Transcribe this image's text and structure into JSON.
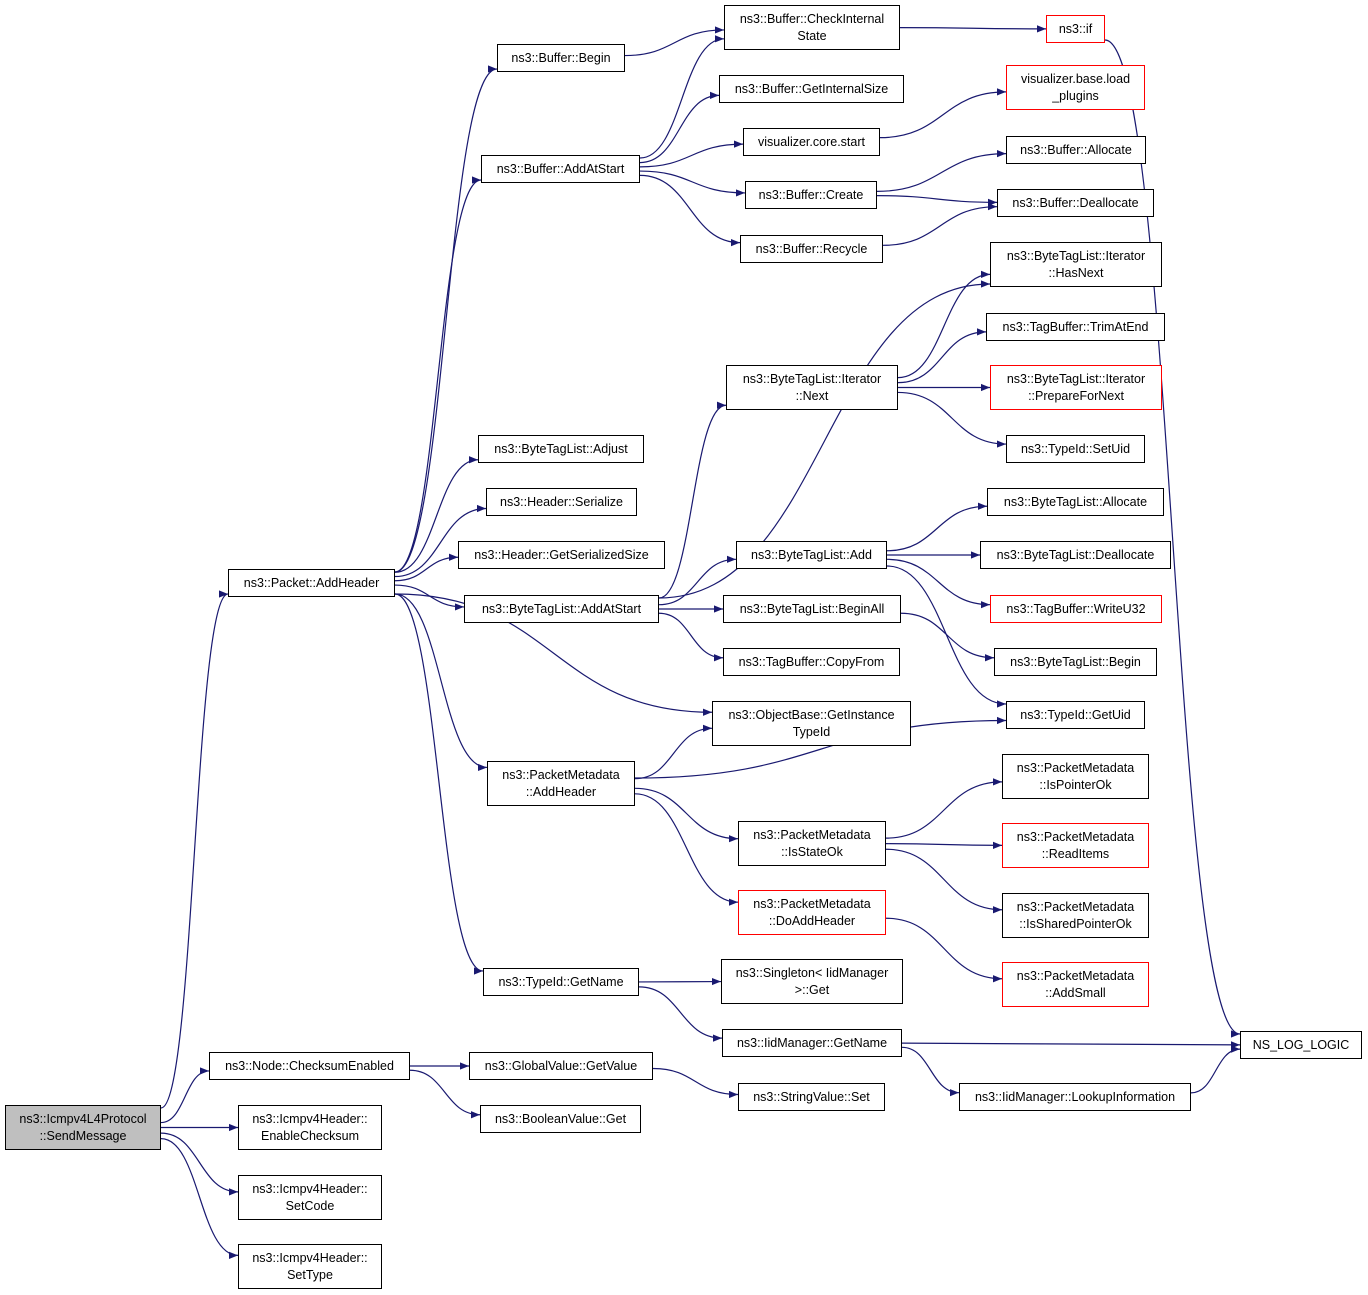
{
  "colors": {
    "edge": "#191970",
    "node_border": "#000000",
    "truncated_border": "#ff0000",
    "root_fill": "#bfbfbf"
  },
  "nodes": {
    "root": {
      "lines": [
        "ns3::Icmpv4L4Protocol",
        "::SendMessage"
      ],
      "truncated": false,
      "is_root": true
    },
    "packet_addheader": {
      "lines": [
        "ns3::Packet::AddHeader"
      ],
      "truncated": false
    },
    "node_checksum": {
      "lines": [
        "ns3::Node::ChecksumEnabled"
      ],
      "truncated": false
    },
    "icmp_enablechecksum": {
      "lines": [
        "ns3::Icmpv4Header::",
        "EnableChecksum"
      ],
      "truncated": false
    },
    "icmp_setcode": {
      "lines": [
        "ns3::Icmpv4Header::",
        "SetCode"
      ],
      "truncated": false
    },
    "icmp_settype": {
      "lines": [
        "ns3::Icmpv4Header::",
        "SetType"
      ],
      "truncated": false
    },
    "buffer_begin": {
      "lines": [
        "ns3::Buffer::Begin"
      ],
      "truncated": false
    },
    "buffer_addatstart": {
      "lines": [
        "ns3::Buffer::AddAtStart"
      ],
      "truncated": false
    },
    "bytetag_adjust": {
      "lines": [
        "ns3::ByteTagList::Adjust"
      ],
      "truncated": false
    },
    "header_serialize": {
      "lines": [
        "ns3::Header::Serialize"
      ],
      "truncated": false
    },
    "header_getsize": {
      "lines": [
        "ns3::Header::GetSerializedSize"
      ],
      "truncated": false
    },
    "bytetag_addatstart": {
      "lines": [
        "ns3::ByteTagList::AddAtStart"
      ],
      "truncated": false
    },
    "pm_addheader": {
      "lines": [
        "ns3::PacketMetadata",
        "::AddHeader"
      ],
      "truncated": false
    },
    "typeid_getname": {
      "lines": [
        "ns3::TypeId::GetName"
      ],
      "truncated": false
    },
    "globalvalue_getvalue": {
      "lines": [
        "ns3::GlobalValue::GetValue"
      ],
      "truncated": false
    },
    "booleanvalue_get": {
      "lines": [
        "ns3::BooleanValue::Get"
      ],
      "truncated": false
    },
    "buffer_checkinternal": {
      "lines": [
        "ns3::Buffer::CheckInternal",
        "State"
      ],
      "truncated": false
    },
    "buffer_getinternalsize": {
      "lines": [
        "ns3::Buffer::GetInternalSize"
      ],
      "truncated": false
    },
    "viz_core_start": {
      "lines": [
        "visualizer.core.start"
      ],
      "truncated": false
    },
    "buffer_create": {
      "lines": [
        "ns3::Buffer::Create"
      ],
      "truncated": false
    },
    "buffer_recycle": {
      "lines": [
        "ns3::Buffer::Recycle"
      ],
      "truncated": false
    },
    "bytetag_iter_next": {
      "lines": [
        "ns3::ByteTagList::Iterator",
        "::Next"
      ],
      "truncated": false
    },
    "bytetag_add": {
      "lines": [
        "ns3::ByteTagList::Add"
      ],
      "truncated": false
    },
    "bytetag_beginall": {
      "lines": [
        "ns3::ByteTagList::BeginAll"
      ],
      "truncated": false
    },
    "tagbuffer_copyfrom": {
      "lines": [
        "ns3::TagBuffer::CopyFrom"
      ],
      "truncated": false
    },
    "objectbase_gettypeid": {
      "lines": [
        "ns3::ObjectBase::GetInstance",
        "TypeId"
      ],
      "truncated": false
    },
    "pm_isstateok": {
      "lines": [
        "ns3::PacketMetadata",
        "::IsStateOk"
      ],
      "truncated": false
    },
    "pm_doaddheader": {
      "lines": [
        "ns3::PacketMetadata",
        "::DoAddHeader"
      ],
      "truncated": true
    },
    "singleton_get": {
      "lines": [
        "ns3::Singleton< IidManager",
        ">::Get"
      ],
      "truncated": false
    },
    "iid_getname": {
      "lines": [
        "ns3::IidManager::GetName"
      ],
      "truncated": false
    },
    "stringvalue_set": {
      "lines": [
        "ns3::StringValue::Set"
      ],
      "truncated": false
    },
    "ns3_if": {
      "lines": [
        "ns3::if"
      ],
      "truncated": true
    },
    "viz_load_plugins": {
      "lines": [
        "visualizer.base.load",
        "_plugins"
      ],
      "truncated": true
    },
    "buffer_allocate": {
      "lines": [
        "ns3::Buffer::Allocate"
      ],
      "truncated": false
    },
    "buffer_deallocate": {
      "lines": [
        "ns3::Buffer::Deallocate"
      ],
      "truncated": false
    },
    "bytetag_iter_hasnext": {
      "lines": [
        "ns3::ByteTagList::Iterator",
        "::HasNext"
      ],
      "truncated": false
    },
    "tagbuffer_trimatend": {
      "lines": [
        "ns3::TagBuffer::TrimAtEnd"
      ],
      "truncated": false
    },
    "bytetag_iter_prepare": {
      "lines": [
        "ns3::ByteTagList::Iterator",
        "::PrepareForNext"
      ],
      "truncated": true
    },
    "typeid_setuid": {
      "lines": [
        "ns3::TypeId::SetUid"
      ],
      "truncated": false
    },
    "bytetag_allocate": {
      "lines": [
        "ns3::ByteTagList::Allocate"
      ],
      "truncated": false
    },
    "bytetag_deallocate": {
      "lines": [
        "ns3::ByteTagList::Deallocate"
      ],
      "truncated": false
    },
    "tagbuffer_writeu32": {
      "lines": [
        "ns3::TagBuffer::WriteU32"
      ],
      "truncated": true
    },
    "bytetag_begin": {
      "lines": [
        "ns3::ByteTagList::Begin"
      ],
      "truncated": false
    },
    "typeid_getuid": {
      "lines": [
        "ns3::TypeId::GetUid"
      ],
      "truncated": false
    },
    "pm_ispointerok": {
      "lines": [
        "ns3::PacketMetadata",
        "::IsPointerOk"
      ],
      "truncated": false
    },
    "pm_readitems": {
      "lines": [
        "ns3::PacketMetadata",
        "::ReadItems"
      ],
      "truncated": true
    },
    "pm_issharedpointerok": {
      "lines": [
        "ns3::PacketMetadata",
        "::IsSharedPointerOk"
      ],
      "truncated": false
    },
    "pm_addsmall": {
      "lines": [
        "ns3::PacketMetadata",
        "::AddSmall"
      ],
      "truncated": true
    },
    "ns_log_logic": {
      "lines": [
        "NS_LOG_LOGIC"
      ],
      "truncated": false
    },
    "iid_lookupinfo": {
      "lines": [
        "ns3::IidManager::LookupInformation"
      ],
      "truncated": false
    }
  },
  "edges": [
    [
      "root",
      "packet_addheader"
    ],
    [
      "root",
      "node_checksum"
    ],
    [
      "root",
      "icmp_enablechecksum"
    ],
    [
      "root",
      "icmp_setcode"
    ],
    [
      "root",
      "icmp_settype"
    ],
    [
      "packet_addheader",
      "buffer_begin"
    ],
    [
      "packet_addheader",
      "buffer_addatstart"
    ],
    [
      "packet_addheader",
      "bytetag_adjust"
    ],
    [
      "packet_addheader",
      "header_serialize"
    ],
    [
      "packet_addheader",
      "header_getsize"
    ],
    [
      "packet_addheader",
      "bytetag_addatstart"
    ],
    [
      "packet_addheader",
      "objectbase_gettypeid"
    ],
    [
      "packet_addheader",
      "pm_addheader"
    ],
    [
      "packet_addheader",
      "typeid_getname"
    ],
    [
      "node_checksum",
      "globalvalue_getvalue"
    ],
    [
      "node_checksum",
      "booleanvalue_get"
    ],
    [
      "globalvalue_getvalue",
      "stringvalue_set"
    ],
    [
      "buffer_begin",
      "buffer_checkinternal"
    ],
    [
      "buffer_addatstart",
      "buffer_checkinternal"
    ],
    [
      "buffer_addatstart",
      "buffer_getinternalsize"
    ],
    [
      "buffer_addatstart",
      "viz_core_start"
    ],
    [
      "buffer_addatstart",
      "buffer_create"
    ],
    [
      "buffer_addatstart",
      "buffer_recycle"
    ],
    [
      "buffer_checkinternal",
      "ns3_if"
    ],
    [
      "ns3_if",
      "ns_log_logic"
    ],
    [
      "viz_core_start",
      "viz_load_plugins"
    ],
    [
      "buffer_create",
      "buffer_allocate"
    ],
    [
      "buffer_create",
      "buffer_deallocate"
    ],
    [
      "buffer_recycle",
      "buffer_deallocate"
    ],
    [
      "bytetag_addatstart",
      "bytetag_iter_hasnext"
    ],
    [
      "bytetag_addatstart",
      "bytetag_iter_next"
    ],
    [
      "bytetag_addatstart",
      "bytetag_add"
    ],
    [
      "bytetag_addatstart",
      "bytetag_beginall"
    ],
    [
      "bytetag_addatstart",
      "tagbuffer_copyfrom"
    ],
    [
      "bytetag_iter_next",
      "bytetag_iter_hasnext"
    ],
    [
      "bytetag_iter_next",
      "tagbuffer_trimatend"
    ],
    [
      "bytetag_iter_next",
      "bytetag_iter_prepare"
    ],
    [
      "bytetag_iter_next",
      "typeid_setuid"
    ],
    [
      "bytetag_add",
      "bytetag_allocate"
    ],
    [
      "bytetag_add",
      "bytetag_deallocate"
    ],
    [
      "bytetag_add",
      "tagbuffer_writeu32"
    ],
    [
      "bytetag_add",
      "typeid_getuid"
    ],
    [
      "bytetag_beginall",
      "bytetag_begin"
    ],
    [
      "pm_addheader",
      "objectbase_gettypeid"
    ],
    [
      "pm_addheader",
      "typeid_getuid"
    ],
    [
      "pm_addheader",
      "pm_isstateok"
    ],
    [
      "pm_addheader",
      "pm_doaddheader"
    ],
    [
      "pm_isstateok",
      "pm_ispointerok"
    ],
    [
      "pm_isstateok",
      "pm_readitems"
    ],
    [
      "pm_isstateok",
      "pm_issharedpointerok"
    ],
    [
      "pm_doaddheader",
      "pm_addsmall"
    ],
    [
      "typeid_getname",
      "singleton_get"
    ],
    [
      "typeid_getname",
      "iid_getname"
    ],
    [
      "iid_getname",
      "ns_log_logic"
    ],
    [
      "iid_getname",
      "iid_lookupinfo"
    ],
    [
      "iid_lookupinfo",
      "ns_log_logic"
    ]
  ]
}
